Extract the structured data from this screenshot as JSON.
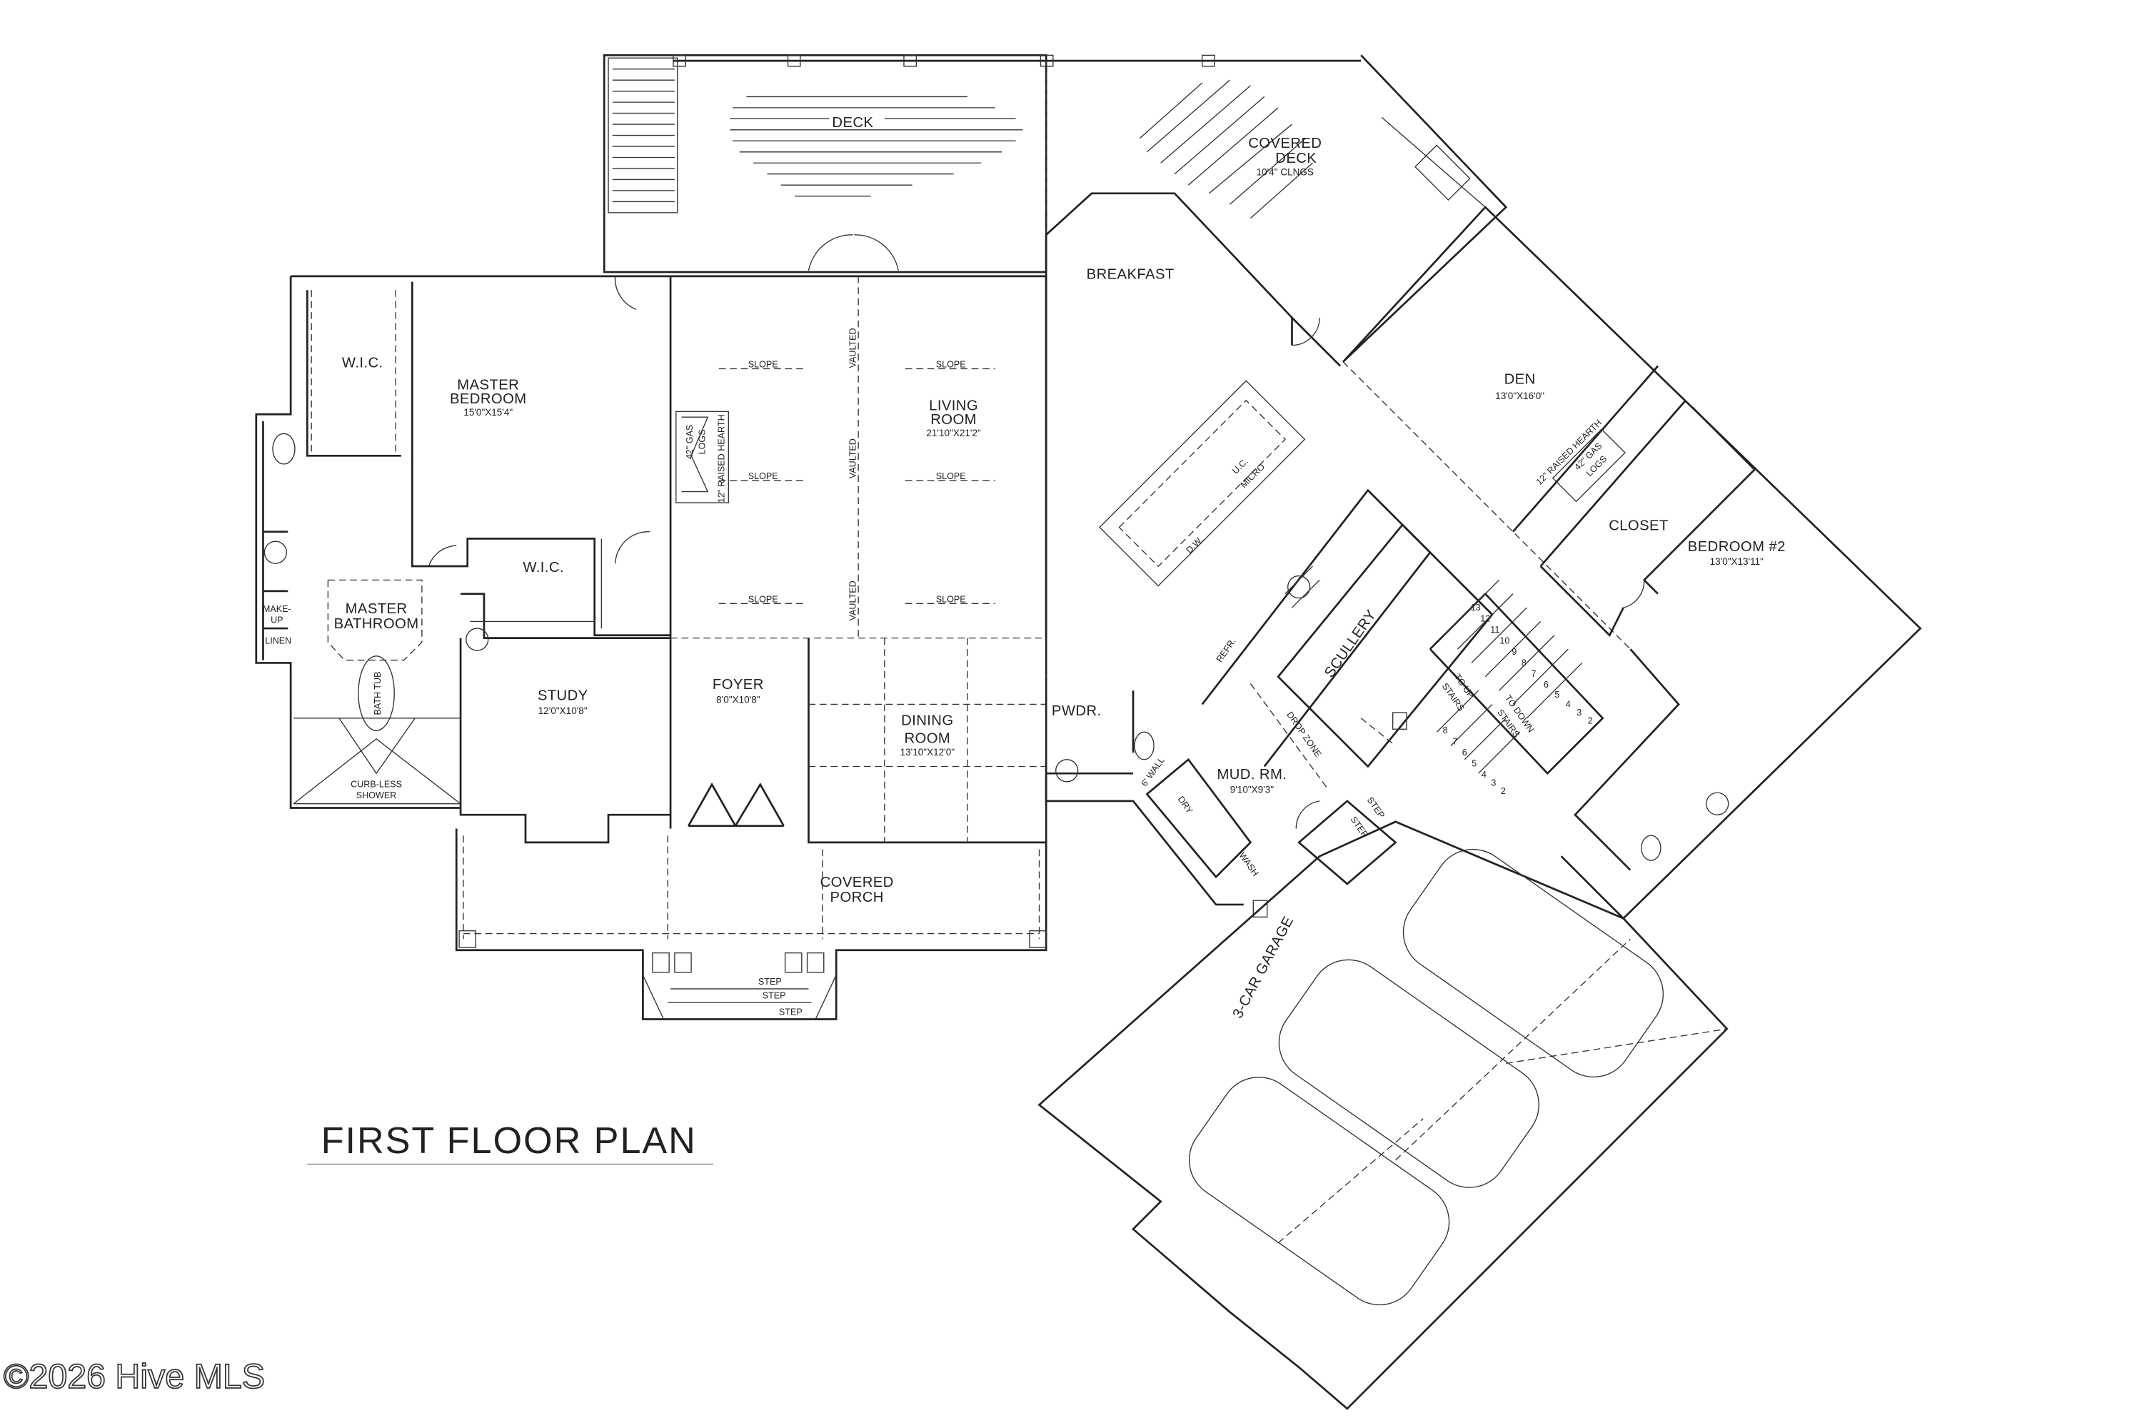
{
  "title": "FIRST FLOOR PLAN",
  "watermark": "©2026 Hive MLS",
  "rooms": {
    "deck": {
      "name": "DECK"
    },
    "covered_deck": {
      "name1": "COVERED",
      "name2": "DECK",
      "note": "10'4\" CLNGS"
    },
    "breakfast": {
      "name": "BREAKFAST"
    },
    "den": {
      "name": "DEN",
      "dims": "13'0\"X16'0\""
    },
    "wic_upper": {
      "name": "W.I.C."
    },
    "master_bedroom": {
      "name1": "MASTER",
      "name2": "BEDROOM",
      "dims": "15'0\"X15'4\""
    },
    "living_room": {
      "name1": "LIVING",
      "name2": "ROOM",
      "dims": "21'10\"X21'2\""
    },
    "wic_lower": {
      "name": "W.I.C."
    },
    "master_bathroom": {
      "name1": "MASTER",
      "name2": "BATHROOM"
    },
    "makeup": {
      "name1": "MAKE-",
      "name2": "UP"
    },
    "linen": {
      "name": "LINEN"
    },
    "bath_tub": {
      "name": "BATH TUB"
    },
    "shower": {
      "name1": "CURB-LESS",
      "name2": "SHOWER"
    },
    "study": {
      "name": "STUDY",
      "dims": "12'0\"X10'8\""
    },
    "foyer": {
      "name": "FOYER",
      "dims": "8'0\"X10'8\""
    },
    "dining_room": {
      "name1": "DINING",
      "name2": "ROOM",
      "dims": "13'10\"X12'0\""
    },
    "powder": {
      "name": "PWDR."
    },
    "mud_room": {
      "name": "MUD. RM.",
      "dims": "9'10\"X9'3\""
    },
    "scullery": {
      "name": "SCULLERY"
    },
    "drop_zone": {
      "name": "DROP ZONE"
    },
    "closet": {
      "name": "CLOSET"
    },
    "bedroom2": {
      "name": "BEDROOM #2",
      "dims": "13'0\"X13'11\""
    },
    "garage": {
      "name": "3-CAR GARAGE"
    },
    "covered_porch": {
      "name1": "COVERED",
      "name2": "PORCH"
    }
  },
  "annotations": {
    "slope": "SLOPE",
    "vaulted": "VAULTED",
    "gas_logs": "42\" GAS LOGS",
    "gas_logs_1": "42\" GAS",
    "gas_logs_2": "LOGS",
    "raised_hearth": "12\" RAISED HEARTH",
    "dw": "D.W.",
    "uc_micro_1": "U.C.",
    "uc_micro_2": "MICRO",
    "refr": "REFR.",
    "dry": "DRY",
    "wash": "WASH",
    "wall": "6' WALL",
    "step": "STEP",
    "to_up_stairs_1": "TO UP",
    "to_up_stairs_2": "STAIRS",
    "to_down_stairs_1": "TO DOWN",
    "to_down_stairs_2": "STAIRS"
  },
  "stairs": {
    "down_flight": [
      "13",
      "12",
      "11",
      "10",
      "9",
      "8",
      "7",
      "6",
      "5",
      "4",
      "3",
      "2"
    ],
    "up_flight": [
      "8",
      "7",
      "6",
      "5",
      "4",
      "3",
      "2"
    ]
  }
}
